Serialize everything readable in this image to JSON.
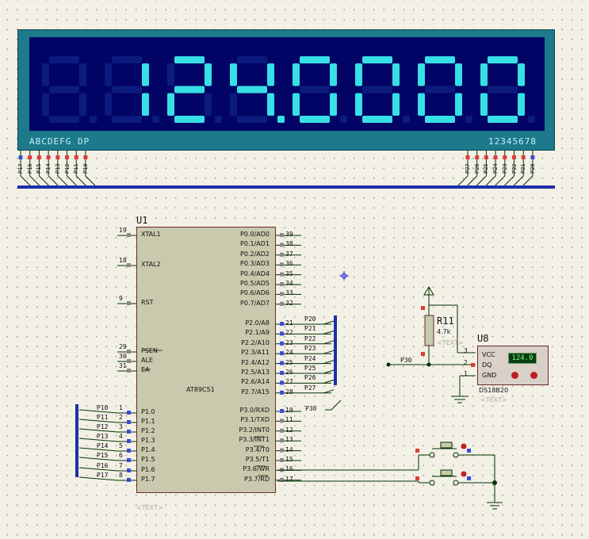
{
  "lcd": {
    "digits": [
      "1",
      "2",
      "4",
      "0",
      "0",
      "0",
      "0"
    ],
    "decimal_after_index": 2,
    "segment_label": "ABCDEFG DP",
    "digit_label": "12345678",
    "left_pins": [
      "P17",
      "P16",
      "P15",
      "P14",
      "P13",
      "P12",
      "P11",
      "P10"
    ],
    "right_pins": [
      "P27",
      "P26",
      "P25",
      "P24",
      "P23",
      "P22",
      "P21",
      "P20"
    ]
  },
  "mcu": {
    "ref": "U1",
    "part": "AT89C51",
    "text_placeholder": "<TEXT>",
    "left_pins": [
      {
        "num": "19",
        "name": "XTAL1",
        "net": ""
      },
      {
        "num": "18",
        "name": "XTAL2",
        "net": ""
      },
      {
        "num": "9",
        "name": "RST",
        "net": ""
      },
      {
        "num": "29",
        "name": "PSEN",
        "net": ""
      },
      {
        "num": "30",
        "name": "ALE",
        "net": ""
      },
      {
        "num": "31",
        "name": "EA",
        "net": ""
      },
      {
        "num": "1",
        "name": "P1.0",
        "net": "P10"
      },
      {
        "num": "2",
        "name": "P1.1",
        "net": "P11"
      },
      {
        "num": "3",
        "name": "P1.2",
        "net": "P12"
      },
      {
        "num": "4",
        "name": "P1.3",
        "net": "P13"
      },
      {
        "num": "5",
        "name": "P1.4",
        "net": "P14"
      },
      {
        "num": "6",
        "name": "P1.5",
        "net": "P15"
      },
      {
        "num": "7",
        "name": "P1.6",
        "net": "P16"
      },
      {
        "num": "8",
        "name": "P1.7",
        "net": "P17"
      }
    ],
    "right_pins_p0": [
      {
        "num": "39",
        "name": "P0.0/AD0"
      },
      {
        "num": "38",
        "name": "P0.1/AD1"
      },
      {
        "num": "37",
        "name": "P0.2/AD2"
      },
      {
        "num": "36",
        "name": "P0.3/AD3"
      },
      {
        "num": "35",
        "name": "P0.4/AD4"
      },
      {
        "num": "34",
        "name": "P0.5/AD5"
      },
      {
        "num": "33",
        "name": "P0.6/AD6"
      },
      {
        "num": "32",
        "name": "P0.7/AD7"
      }
    ],
    "right_pins_p2": [
      {
        "num": "21",
        "name": "P2.0/A8",
        "net": "P20"
      },
      {
        "num": "22",
        "name": "P2.1/A9",
        "net": "P21"
      },
      {
        "num": "23",
        "name": "P2.2/A10",
        "net": "P22"
      },
      {
        "num": "24",
        "name": "P2.3/A11",
        "net": "P23"
      },
      {
        "num": "25",
        "name": "P2.4/A12",
        "net": "P24"
      },
      {
        "num": "26",
        "name": "P2.5/A13",
        "net": "P25"
      },
      {
        "num": "27",
        "name": "P2.6/A14",
        "net": "P26"
      },
      {
        "num": "28",
        "name": "P2.7/A15",
        "net": "P27"
      }
    ],
    "right_pins_p3": [
      {
        "num": "10",
        "name": "P3.0/RXD",
        "net": "P30"
      },
      {
        "num": "11",
        "name": "P3.1/TXD",
        "net": ""
      },
      {
        "num": "12",
        "name": "P3.2/INT0",
        "net": ""
      },
      {
        "num": "13",
        "name": "P3.3/INT1",
        "net": ""
      },
      {
        "num": "14",
        "name": "P3.4/T0",
        "net": ""
      },
      {
        "num": "15",
        "name": "P3.5/T1",
        "net": ""
      },
      {
        "num": "16",
        "name": "P3.6/WR",
        "net": ""
      },
      {
        "num": "17",
        "name": "P3.7/RD",
        "net": ""
      }
    ]
  },
  "resistor": {
    "ref": "R11",
    "value": "4.7k",
    "text_placeholder": "<TEXT>"
  },
  "sensor": {
    "ref": "U8",
    "part": "DS18B20",
    "reading": "124.0",
    "pin_names": [
      "VCC",
      "DQ",
      "GND"
    ],
    "pin_nums": [
      "3",
      "2",
      "1"
    ],
    "text_placeholder": "<TEXT>"
  },
  "net_p30": "P30",
  "colors": {
    "lcd_bezel": "#1d7a8c",
    "lcd_background": "#020465",
    "segment_on": "#37dfe6",
    "segment_off": "#0b1b7e",
    "wire": "#003300",
    "bus": "#1e2fa8",
    "chip_body": "#c9c9ad",
    "pin_red": "#e03a3a",
    "pin_blue": "#3a4bd8"
  }
}
